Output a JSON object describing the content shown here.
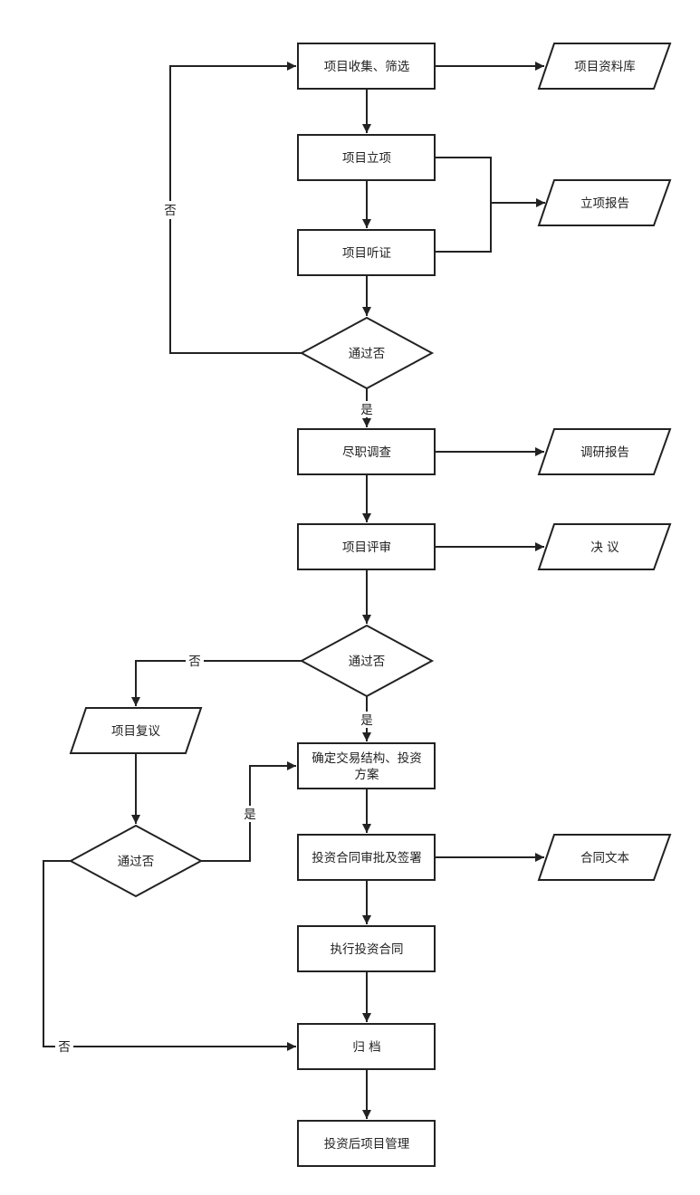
{
  "nodes": {
    "collect": "项目收集、筛选",
    "library": "项目资料库",
    "approve": "项目立项",
    "report1": "立项报告",
    "hearing": "项目听证",
    "pass1": "通过否",
    "due": "尽职调查",
    "research": "调研报告",
    "review": "项目评审",
    "decision": "决 议",
    "pass2": "通过否",
    "recon": "项目复议",
    "pass3": "通过否",
    "structure_line1": "确定交易结构、投资",
    "structure_line2": "方案",
    "contract": "投资合同审批及签署",
    "contract_text": "合同文本",
    "execute": "执行投资合同",
    "archive": "归 档",
    "post": "投资后项目管理"
  },
  "edge_labels": {
    "no_loop": "否",
    "yes_1": "是",
    "no_2": "否",
    "yes_2": "是",
    "yes_3": "是",
    "no_3": "否"
  }
}
